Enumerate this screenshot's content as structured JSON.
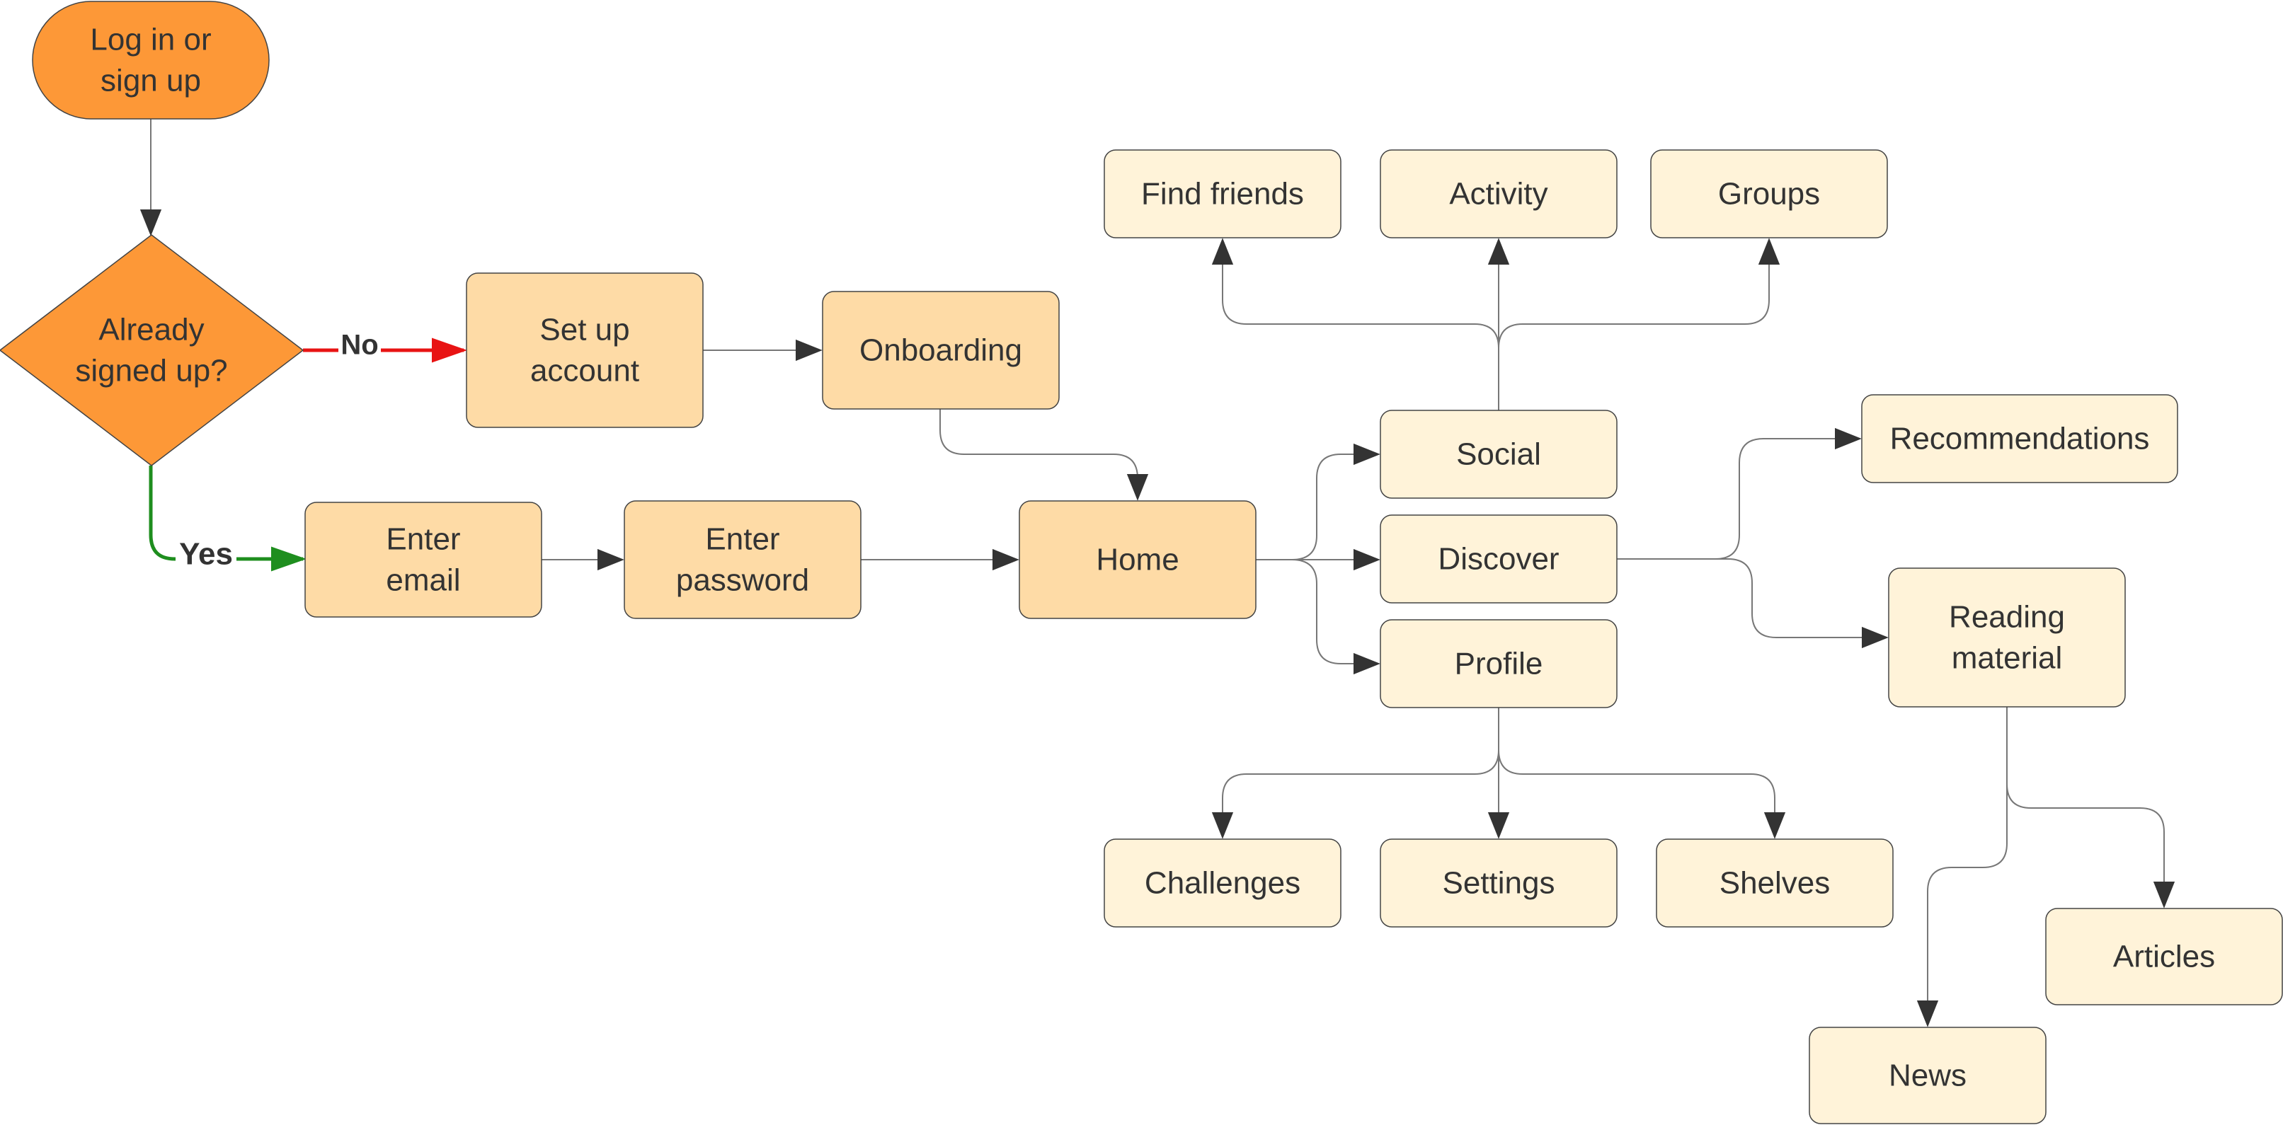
{
  "colors": {
    "start_fill": "#fd9837",
    "decision_fill": "#fd9837",
    "primary_fill": "#fedba6",
    "secondary_fill": "#fff3d9",
    "stroke": "#444444",
    "connector": "#777777",
    "yes": "#1e8e1e",
    "no": "#e81313",
    "arrowhead": "#333333"
  },
  "nodes": {
    "login": {
      "lines": [
        "Log in or",
        "sign up"
      ],
      "shape": "terminal",
      "icon": "start-terminal"
    },
    "decision": {
      "lines": [
        "Already",
        "signed up?"
      ],
      "shape": "decision",
      "icon": "decision-diamond"
    },
    "setup": {
      "lines": [
        "Set up",
        "account"
      ]
    },
    "onboarding": {
      "lines": [
        "Onboarding"
      ]
    },
    "email": {
      "lines": [
        "Enter",
        "email"
      ]
    },
    "password": {
      "lines": [
        "Enter",
        "password"
      ]
    },
    "home": {
      "lines": [
        "Home"
      ]
    },
    "social": {
      "lines": [
        "Social"
      ]
    },
    "discover": {
      "lines": [
        "Discover"
      ]
    },
    "profile": {
      "lines": [
        "Profile"
      ]
    },
    "findfriends": {
      "lines": [
        "Find friends"
      ]
    },
    "activity": {
      "lines": [
        "Activity"
      ]
    },
    "groups": {
      "lines": [
        "Groups"
      ]
    },
    "recommendations": {
      "lines": [
        "Recommendations"
      ]
    },
    "reading": {
      "lines": [
        "Reading",
        "material"
      ]
    },
    "challenges": {
      "lines": [
        "Challenges"
      ]
    },
    "settings": {
      "lines": [
        "Settings"
      ]
    },
    "shelves": {
      "lines": [
        "Shelves"
      ]
    },
    "articles": {
      "lines": [
        "Articles"
      ]
    },
    "news": {
      "lines": [
        "News"
      ]
    }
  },
  "edges": [
    {
      "from": "login",
      "to": "decision"
    },
    {
      "from": "decision",
      "to": "setup",
      "label": "No"
    },
    {
      "from": "decision",
      "to": "email",
      "label": "Yes"
    },
    {
      "from": "setup",
      "to": "onboarding"
    },
    {
      "from": "onboarding",
      "to": "home"
    },
    {
      "from": "email",
      "to": "password"
    },
    {
      "from": "password",
      "to": "home"
    },
    {
      "from": "home",
      "to": "social"
    },
    {
      "from": "home",
      "to": "discover"
    },
    {
      "from": "home",
      "to": "profile"
    },
    {
      "from": "social",
      "to": "findfriends"
    },
    {
      "from": "social",
      "to": "activity"
    },
    {
      "from": "social",
      "to": "groups"
    },
    {
      "from": "discover",
      "to": "recommendations"
    },
    {
      "from": "discover",
      "to": "reading"
    },
    {
      "from": "profile",
      "to": "challenges"
    },
    {
      "from": "profile",
      "to": "settings"
    },
    {
      "from": "profile",
      "to": "shelves"
    },
    {
      "from": "reading",
      "to": "articles"
    },
    {
      "from": "reading",
      "to": "news"
    }
  ]
}
